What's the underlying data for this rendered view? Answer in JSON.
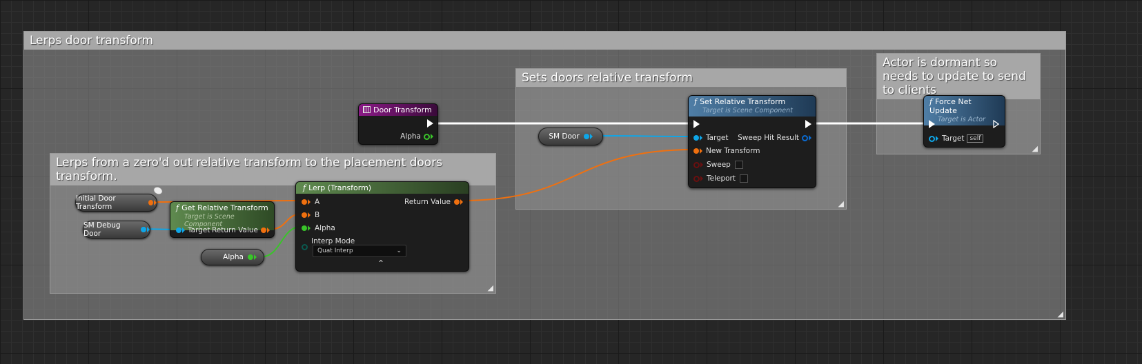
{
  "comments": {
    "main": "Lerps door transform",
    "lerp": "Lerps from a zero'd out relative transform to the placement doors transform.",
    "sets": "Sets doors relative transform",
    "actor": "Actor is dormant so needs to update to send to clients"
  },
  "nodes": {
    "door_transform": {
      "title": "Door Transform",
      "alpha": "Alpha"
    },
    "initial_door_transform": "Initial Door Transform",
    "sm_debug_door": "SM Debug Door",
    "alpha_var": "Alpha",
    "sm_door": "SM Door",
    "get_relative": {
      "title": "Get Relative Transform",
      "subtitle": "Target is Scene Component",
      "target": "Target",
      "return": "Return Value"
    },
    "lerp": {
      "title": "Lerp (Transform)",
      "a": "A",
      "b": "B",
      "alpha": "Alpha",
      "return": "Return Value",
      "interp_label": "Interp Mode",
      "interp_value": "Quat Interp"
    },
    "set_relative": {
      "title": "Set Relative Transform",
      "subtitle": "Target is Scene Component",
      "target": "Target",
      "new_transform": "New Transform",
      "sweep": "Sweep",
      "teleport": "Teleport",
      "sweep_hit": "Sweep Hit Result"
    },
    "force_net": {
      "title": "Force Net Update",
      "subtitle": "Target is Actor",
      "target": "Target",
      "self": "self"
    }
  },
  "colors": {
    "exec": "#ffffff",
    "object": "#0ea6e8",
    "transform": "#f0700f",
    "float": "#39c42a",
    "struct": "#0a6ad0"
  }
}
